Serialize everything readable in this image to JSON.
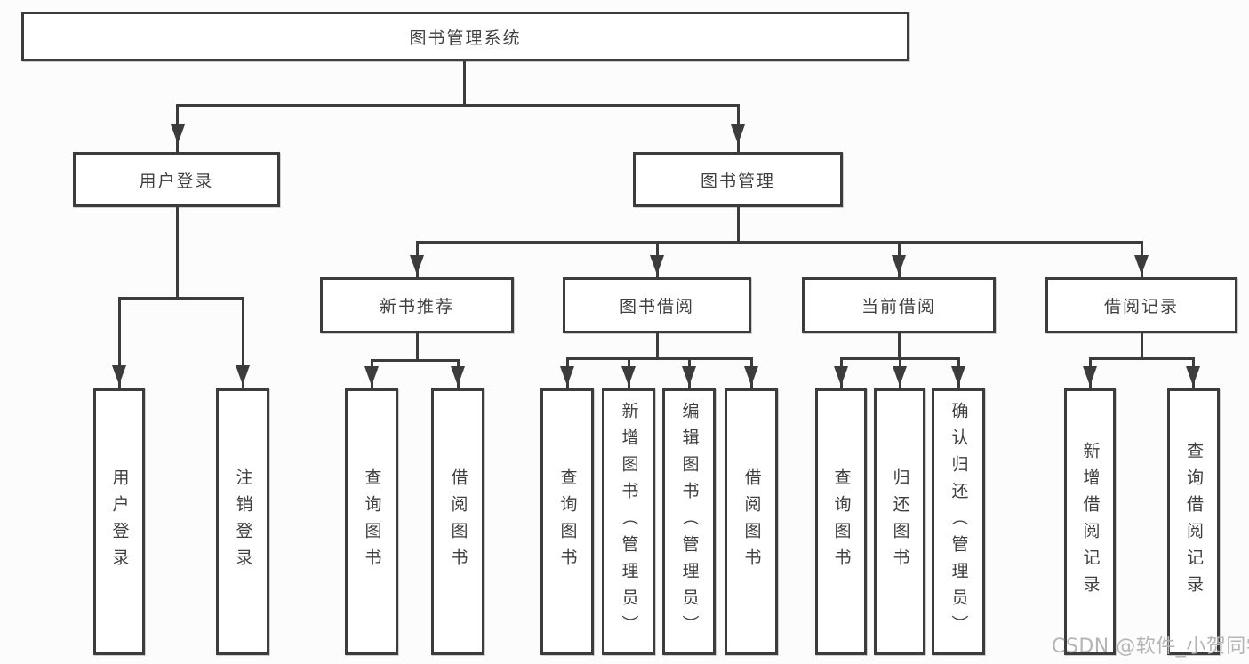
{
  "diagram_type": "hierarchy-tree",
  "colors": {
    "line": "#3c3c3c",
    "border": "#3c3c3c",
    "text": "#3f3f3f",
    "node_bg": "#ffffff",
    "page_bg": "#fcfcfc",
    "watermark": "#b5b5b5"
  },
  "watermark": {
    "text": "CSDN @软件_小贺同学"
  },
  "tree": {
    "root": {
      "label": "图书管理系统"
    },
    "level2": [
      {
        "label": "用户登录",
        "children": [
          {
            "label": "用户登录"
          },
          {
            "label": "注销登录"
          }
        ]
      },
      {
        "label": "图书管理",
        "children": [
          {
            "label": "新书推荐",
            "children": [
              {
                "label": "查询图书"
              },
              {
                "label": "借阅图书"
              }
            ]
          },
          {
            "label": "图书借阅",
            "children": [
              {
                "label": "查询图书"
              },
              {
                "label": "新增图书（管理员）"
              },
              {
                "label": "编辑图书（管理员）"
              },
              {
                "label": "借阅图书"
              }
            ]
          },
          {
            "label": "当前借阅",
            "children": [
              {
                "label": "查询图书"
              },
              {
                "label": "归还图书"
              },
              {
                "label": "确认归还（管理员）"
              }
            ]
          },
          {
            "label": "借阅记录",
            "children": [
              {
                "label": "新增借阅记录"
              },
              {
                "label": "查询借阅记录"
              }
            ]
          }
        ]
      }
    ]
  }
}
